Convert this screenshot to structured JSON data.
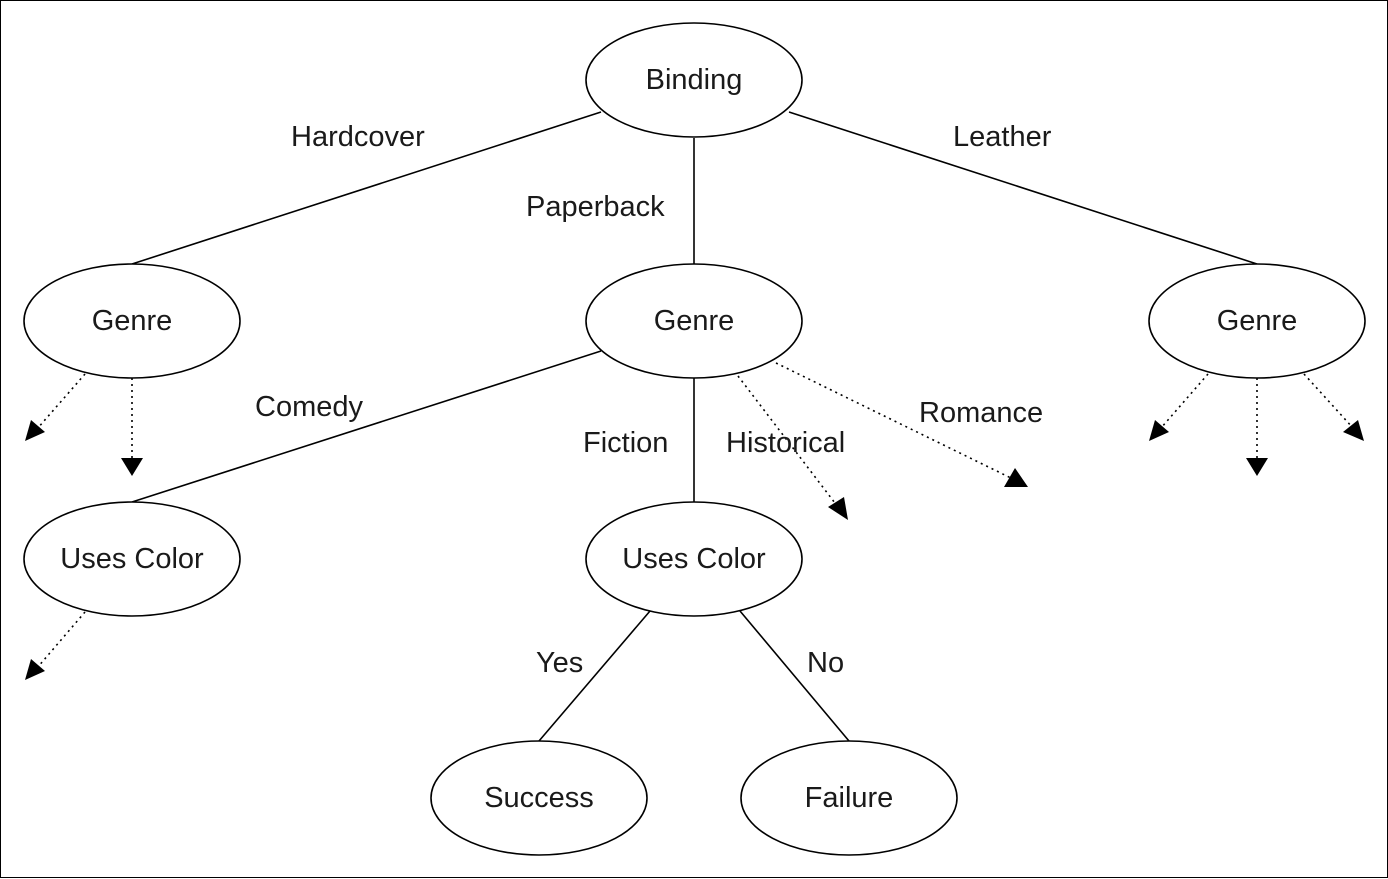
{
  "diagram": {
    "nodes": {
      "binding": "Binding",
      "genre_hardcover": "Genre",
      "genre_paperback": "Genre",
      "genre_leather": "Genre",
      "uses_color_comedy": "Uses Color",
      "uses_color_fiction": "Uses Color",
      "success": "Success",
      "failure": "Failure"
    },
    "edges": {
      "hardcover": "Hardcover",
      "paperback": "Paperback",
      "leather": "Leather",
      "comedy": "Comedy",
      "fiction": "Fiction",
      "historical": "Historical",
      "romance": "Romance",
      "yes": "Yes",
      "no": "No"
    }
  }
}
